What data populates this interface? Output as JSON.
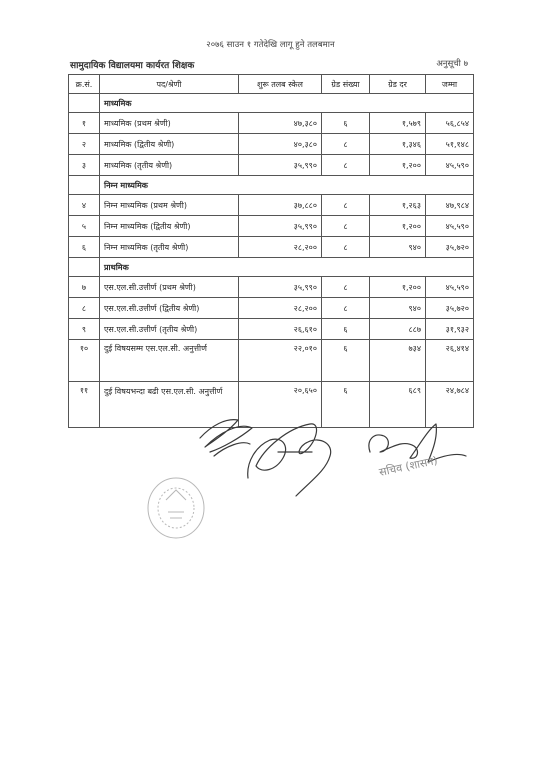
{
  "header": "२०७६ साउन १ गतेदेखि लागू हुने तलबमान",
  "caption": "सामुदायिक विद्यालयमा कार्यरत शिक्षक",
  "annex": "अनुसूची ७",
  "columns": [
    "क्र.सं.",
    "पद/श्रेणी",
    "शुरू तलब स्केल",
    "ग्रेड संख्या",
    "ग्रेड दर",
    "जम्मा"
  ],
  "sections": [
    {
      "title": "माध्यमिक",
      "rows": [
        {
          "sn": "१",
          "post": "माध्यमिक (प्रथम श्रेणी)",
          "scale": "४७,३८०",
          "grades": "६",
          "rate": "१,५७९",
          "total": "५६,८५४"
        },
        {
          "sn": "२",
          "post": "माध्यमिक (द्वितीय श्रेणी)",
          "scale": "४०,३८०",
          "grades": "८",
          "rate": "१,३४६",
          "total": "५१,१४८"
        },
        {
          "sn": "३",
          "post": "माध्यमिक (तृतीय श्रेणी)",
          "scale": "३५,९९०",
          "grades": "८",
          "rate": "१,२००",
          "total": "४५,५९०"
        }
      ]
    },
    {
      "title": "निम्न माध्यमिक",
      "rows": [
        {
          "sn": "४",
          "post": "निम्न माध्यमिक (प्रथम श्रेणी)",
          "scale": "३७,८८०",
          "grades": "८",
          "rate": "१,२६३",
          "total": "४७,९८४"
        },
        {
          "sn": "५",
          "post": "निम्न माध्यमिक (द्वितीय श्रेणी)",
          "scale": "३५,९९०",
          "grades": "८",
          "rate": "१,२००",
          "total": "४५,५९०"
        },
        {
          "sn": "६",
          "post": "निम्न माध्यमिक (तृतीय श्रेणी)",
          "scale": "२८,२००",
          "grades": "८",
          "rate": "९४०",
          "total": "३५,७२०"
        }
      ]
    },
    {
      "title": "प्राथमिक",
      "rows": [
        {
          "sn": "७",
          "post": "एस.एल.सी.उत्तीर्ण (प्रथम श्रेणी)",
          "scale": "३५,९९०",
          "grades": "८",
          "rate": "१,२००",
          "total": "४५,५९०"
        },
        {
          "sn": "८",
          "post": "एस.एल.सी.उत्तीर्ण (द्वितीय श्रेणी)",
          "scale": "२८,२००",
          "grades": "८",
          "rate": "९४०",
          "total": "३५,७२०"
        },
        {
          "sn": "९",
          "post": "एस.एल.सी.उत्तीर्ण (तृतीय श्रेणी)",
          "scale": "२६,६१०",
          "grades": "६",
          "rate": "८८७",
          "total": "३१,९३२"
        },
        {
          "sn": "१०",
          "post": "दुई विषयसम्म एस.एल.सी. अनुत्तीर्ण",
          "scale": "२२,०१०",
          "grades": "६",
          "rate": "७३४",
          "total": "२६,४१४"
        },
        {
          "sn": "११",
          "post": "दुई विषयभन्दा बढी एस.एल.सी. अनुत्तीर्ण",
          "scale": "२०,६५०",
          "grades": "६",
          "rate": "६८९",
          "total": "२४,७८४"
        }
      ]
    }
  ],
  "signature_note": "सचिव (शासन)",
  "icons": [
    "handwritten-signature-1",
    "handwritten-signature-2",
    "handwritten-signature-3",
    "official-seal-stamp"
  ],
  "colors": {
    "ink": "#2a2a2a",
    "signature_ink": "#3a3a3a",
    "stamp_ink": "#b8b8b8"
  }
}
